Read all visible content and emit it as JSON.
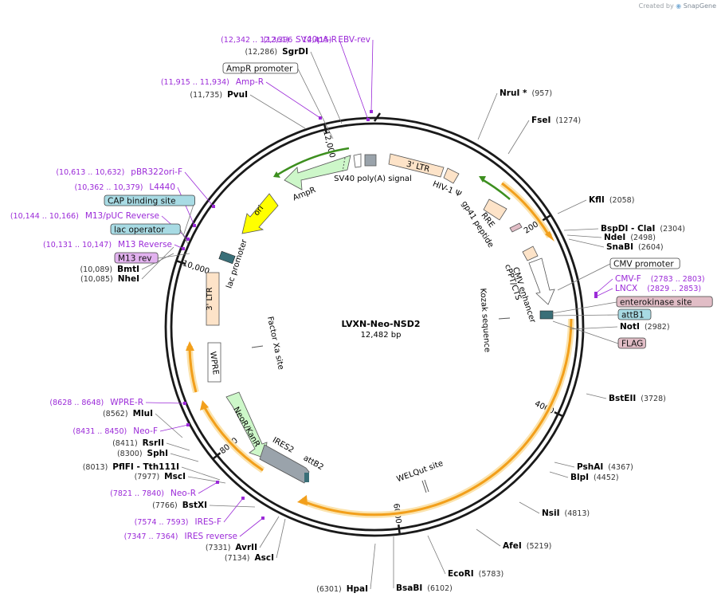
{
  "app": {
    "credit_prefix": "Created by",
    "credit_brand": "SnapGene"
  },
  "plasmid": {
    "name": "LVXN-Neo-NSD2",
    "length_label": "12,482 bp",
    "length_bp": 12482
  },
  "colors": {
    "primer": "#9b2ad8",
    "site": "#000000",
    "position": "#333333",
    "ltr_fill": "#fde3c8",
    "ampr_fill": "#cdf7c9",
    "ori_fill": "#ffff00",
    "neo_fill": "#cdf7c9",
    "orf_orange": "#f29f1b",
    "orf_halo": "#fbe3ad",
    "green_primer_bar": "#3d8f1f",
    "gray_box": "#9aa3ab",
    "blue_feature": "#a8dbe4",
    "pink_feature": "#e1bdc6",
    "violet_feature": "#e2b2ef"
  },
  "ticks": [
    {
      "label": "2000",
      "bp": 2000
    },
    {
      "label": "4000",
      "bp": 4000
    },
    {
      "label": "6000",
      "bp": 6000
    },
    {
      "label": "8000",
      "bp": 8000
    },
    {
      "label": "10,000",
      "bp": 10000
    },
    {
      "label": "12,000",
      "bp": 12000
    }
  ],
  "sites": [
    {
      "name": "NruI *",
      "pos": "(957)",
      "bp": 957,
      "anchor": "start"
    },
    {
      "name": "FseI",
      "pos": "(1274)",
      "bp": 1274,
      "anchor": "start"
    },
    {
      "name": "KflI",
      "pos": "(2058)",
      "bp": 2058,
      "anchor": "start"
    },
    {
      "name": "BspDI   - ClaI",
      "pos": "(2304)",
      "bp": 2304,
      "anchor": "start"
    },
    {
      "name": "NdeI",
      "pos": "(2498)",
      "bp": 2498,
      "anchor": "start"
    },
    {
      "name": "SnaBI",
      "pos": "(2604)",
      "bp": 2604,
      "anchor": "start"
    },
    {
      "name": "NotI",
      "pos": "(2982)",
      "bp": 2982,
      "anchor": "start"
    },
    {
      "name": "BstEII",
      "pos": "(3728)",
      "bp": 3728,
      "anchor": "start"
    },
    {
      "name": "PshAI",
      "pos": "(4367)",
      "bp": 4367,
      "anchor": "start"
    },
    {
      "name": "BlpI",
      "pos": "(4452)",
      "bp": 4452,
      "anchor": "start"
    },
    {
      "name": "NsiI",
      "pos": "(4813)",
      "bp": 4813,
      "anchor": "start"
    },
    {
      "name": "AfeI",
      "pos": "(5219)",
      "bp": 5219,
      "anchor": "start"
    },
    {
      "name": "EcoRI",
      "pos": "(5783)",
      "bp": 5783,
      "anchor": "start"
    },
    {
      "name": "BsaBI",
      "pos": "(6102)",
      "bp": 6102,
      "anchor": "start"
    },
    {
      "name": "HpaI",
      "pos": "(6301)",
      "bp": 6301,
      "anchor": "end"
    },
    {
      "name": "AscI",
      "pos": "(7134)",
      "bp": 7134,
      "anchor": "end"
    },
    {
      "name": "AvrII",
      "pos": "(7331)",
      "bp": 7331,
      "anchor": "end"
    },
    {
      "name": "BstXI",
      "pos": "(7766)",
      "bp": 7766,
      "anchor": "end"
    },
    {
      "name": "MscI",
      "pos": "(7977)",
      "bp": 7977,
      "anchor": "end"
    },
    {
      "name": "PflFI   - Tth111I",
      "pos": "(8013)",
      "bp": 8013,
      "anchor": "end"
    },
    {
      "name": "SphI",
      "pos": "(8300)",
      "bp": 8300,
      "anchor": "end"
    },
    {
      "name": "RsrII",
      "pos": "(8411)",
      "bp": 8411,
      "anchor": "end"
    },
    {
      "name": "MluI",
      "pos": "(8562)",
      "bp": 8562,
      "anchor": "end"
    },
    {
      "name": "NheI",
      "pos": "(10,085)",
      "bp": 10085,
      "anchor": "end"
    },
    {
      "name": "BmtI",
      "pos": "(10,089)",
      "bp": 10089,
      "anchor": "end"
    },
    {
      "name": "PvuI",
      "pos": "(11,735)",
      "bp": 11735,
      "anchor": "end"
    },
    {
      "name": "SgrDI",
      "pos": "(12,286)",
      "bp": 12286,
      "anchor": "end"
    }
  ],
  "primers": [
    {
      "name": "CMV-F",
      "range": "(2783 .. 2803)",
      "bp": 2793,
      "anchor": "start"
    },
    {
      "name": "LNCX",
      "range": "(2829 .. 2853)",
      "bp": 2841,
      "anchor": "start"
    },
    {
      "name": "IRES reverse",
      "range": "(7347 .. 7364)",
      "bp": 7355,
      "anchor": "end"
    },
    {
      "name": "IRES-F",
      "range": "(7574 .. 7593)",
      "bp": 7583,
      "anchor": "end"
    },
    {
      "name": "Neo-R",
      "range": "(7821 .. 7840)",
      "bp": 7830,
      "anchor": "end"
    },
    {
      "name": "Neo-F",
      "range": "(8431 .. 8450)",
      "bp": 8440,
      "anchor": "end"
    },
    {
      "name": "WPRE-R",
      "range": "(8628 .. 8648)",
      "bp": 8638,
      "anchor": "end"
    },
    {
      "name": "M13 Reverse",
      "range": "(10,131 .. 10,147)",
      "bp": 10139,
      "anchor": "end"
    },
    {
      "name": "M13/pUC Reverse",
      "range": "(10,144 .. 10,166)",
      "bp": 10155,
      "anchor": "end"
    },
    {
      "name": "L4440",
      "range": "(10,362 .. 10,379)",
      "bp": 10370,
      "anchor": "end"
    },
    {
      "name": "pBR322ori-F",
      "range": "(10,613 .. 10,632)",
      "bp": 10622,
      "anchor": "end"
    },
    {
      "name": "Amp-R",
      "range": "(11,915 .. 11,934)",
      "bp": 11924,
      "anchor": "end"
    },
    {
      "name": "SV40pA-R",
      "range": "(12,342 .. 12,361)",
      "bp": 12351,
      "anchor": "end"
    },
    {
      "name": "EBV-rev",
      "range": "(12,396 .. 12,415)",
      "bp": 12405,
      "anchor": "end"
    }
  ],
  "boxed_features": [
    {
      "name": "CMV promoter",
      "style": "white",
      "anchor": "start"
    },
    {
      "name": "enterokinase site",
      "style": "pink",
      "anchor": "start"
    },
    {
      "name": "attB1",
      "style": "blue",
      "anchor": "start"
    },
    {
      "name": "FLAG",
      "style": "pink",
      "anchor": "start"
    },
    {
      "name": "CAP binding site",
      "style": "blue",
      "anchor": "end"
    },
    {
      "name": "lac operator",
      "style": "blue",
      "anchor": "end"
    },
    {
      "name": "M13 rev",
      "style": "violet",
      "anchor": "end"
    },
    {
      "name": "AmpR promoter",
      "style": "white",
      "anchor": "end"
    }
  ],
  "features": {
    "ltr5": "3' LTR",
    "hiv_psi": "HIV-1 Ψ",
    "rre": "RRE",
    "gp41": "gp41 peptide",
    "cppt": "cPPT/CTS",
    "cmv_enhancer": "CMV enhancer",
    "kozak": "Kozak sequence",
    "welqut": "WELQut site",
    "ires2": "IRES2",
    "attb2": "attB2",
    "neokan": "NeoR/KanR",
    "wpre": "WPRE",
    "factor_xa": "Factor Xa site",
    "ltr3": "3' LTR",
    "lac_promoter": "lac promoter",
    "ori": "ori",
    "ampr": "AmpR",
    "sv40": "SV40 poly(A) signal"
  }
}
